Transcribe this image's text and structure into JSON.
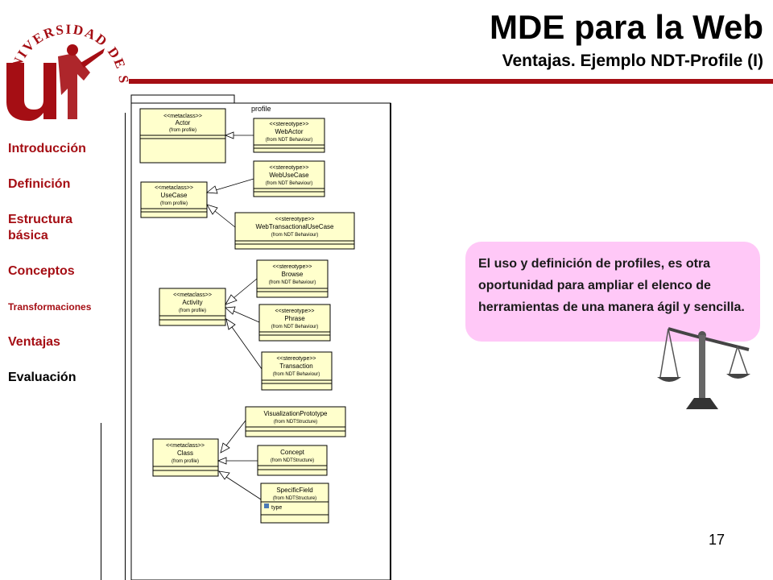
{
  "header": {
    "title": "MDE para la Web",
    "subtitle": "Ventajas. Ejemplo NDT-Profile (I)"
  },
  "logo": {
    "text": "UNIVERSIDAD DE SEVILLA",
    "colors": {
      "primary": "#a50e14"
    }
  },
  "nav": {
    "items": [
      {
        "label": "Introducción"
      },
      {
        "label": "Definición"
      },
      {
        "label": "Estructura básica"
      },
      {
        "label": "Conceptos"
      },
      {
        "label": "Transformaciones"
      },
      {
        "label": "Ventajas"
      },
      {
        "label": "Evaluación"
      }
    ],
    "current": "Ventajas"
  },
  "diagram": {
    "package_name": "profile",
    "metaclasses": [
      {
        "stereo": "<<metaclass>>",
        "name": "Actor",
        "from": "(from profile)"
      },
      {
        "stereo": "<<metaclass>>",
        "name": "UseCase",
        "from": "(from profile)"
      },
      {
        "stereo": "<<metaclass>>",
        "name": "Activity",
        "from": "(from profile)"
      },
      {
        "stereo": "<<metaclass>>",
        "name": "Class",
        "from": "(from profile)"
      }
    ],
    "stereotypes": [
      {
        "stereo": "<<stereotype>>",
        "name": "WebActor",
        "from": "(from NDT Behaviour)"
      },
      {
        "stereo": "<<stereotype>>",
        "name": "WebUseCase",
        "from": "(from NDT Behaviour)"
      },
      {
        "stereo": "<<stereotype>>",
        "name": "WebTransactionalUseCase",
        "from": "(from NDT Behaviour)"
      },
      {
        "stereo": "<<stereotype>>",
        "name": "Browse",
        "from": "(from NDT Behaviour)"
      },
      {
        "stereo": "<<stereotype>>",
        "name": "Phrase",
        "from": "(from NDT Behaviour)"
      },
      {
        "stereo": "<<stereotype>>",
        "name": "Transaction",
        "from": "(from NDT Behaviour)"
      }
    ],
    "structures": [
      {
        "name": "VisualizationPrototype",
        "from": "(from NDTStructure)"
      },
      {
        "name": "Concept",
        "from": "(from NDTStructure)"
      },
      {
        "name": "SpecificField",
        "from": "(from NDTStructure)",
        "attribute": "type"
      }
    ],
    "colors": {
      "class_fill": "#ffffcc"
    }
  },
  "callout": {
    "text": "El uso y definición de profiles, es otra oportunidad para ampliar el elenco de herramientas de una manera ágil y sencilla."
  },
  "page_number": "17"
}
